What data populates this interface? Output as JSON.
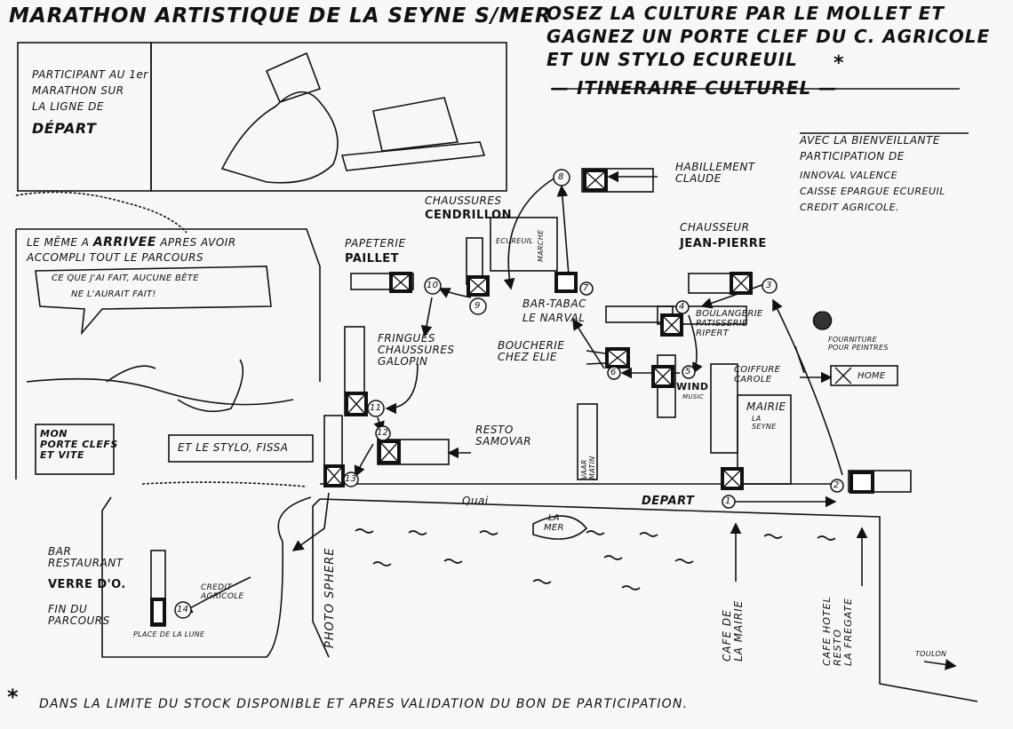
{
  "header": {
    "title_left": "MARATHON ARTISTIQUE DE LA SEYNE S/MER",
    "title_right_l1": "OSEZ LA CULTURE PAR LE MOLLET ET",
    "title_right_l2": "GAGNEZ UN PORTE CLEF DU C. AGRICOLE",
    "title_right_l3": "ET UN STYLO ECUREUIL",
    "asterisk": "*",
    "itinerary": "— ITINERAIRE CULTUREL —"
  },
  "participant": {
    "l1": "PARTICIPANT AU 1er",
    "l2": "MARATHON SUR",
    "l3": "LA LIGNE DE",
    "l4": "DÉPART"
  },
  "sponsors": {
    "l1": "AVEC LA BIENVEILLANTE",
    "l2": "PARTICIPATION DE",
    "l3": "INNOVAL VALENCE",
    "l4": "CAISSE EPARGUE ECUREUIL",
    "l5": "CREDIT AGRICOLE."
  },
  "arrival": {
    "l1_pre": "LE MÊME A",
    "l1_bold": "ARRIVEE",
    "l1_post": "APRES AVOIR",
    "l2": "ACCOMPLI TOUT LE PARCOURS",
    "bubble_l1": "CE QUE J'AI FAIT, AUCUNE BÊTE",
    "bubble_l2": "NE L'AURAIT FAIT!",
    "porte_clefs": "MON\nPORTE CLEFS\nET VITE",
    "stylo": "ET LE STYLO, FISSA"
  },
  "shops": {
    "habillement": "HABILLEMENT\nCLAUDE",
    "chaussures": "CHAUSSURES",
    "cendrillon": "CENDRILLON",
    "ecureuil": "ECUREUIL",
    "marche": "MARCHE",
    "chausseur": "CHAUSSEUR",
    "jean_pierre": "JEAN-PIERRE",
    "papeterie": "PAPETERIE",
    "paillet": "PAILLET",
    "bar_tabac": "BAR-TABAC",
    "le_narval": "LE NARVAL",
    "boulangerie": "BOULANGERIE\nPATISSERIE\nRIPERT",
    "fringues": "FRINGUES\nCHAUSSURES\nGALOPIN",
    "boucherie": "BOUCHERIE\nCHEZ ELIE",
    "fournitures": "FOURNITURE\nPOUR PEINTRES",
    "home": "HOME",
    "coiffure": "COIFFURE\nCAROLE",
    "wind": "WIND",
    "music": "MUSIC",
    "mairie": "MAIRIE",
    "mairie_sub": "LA\nSEYNE",
    "resto": "RESTO\nSAMOVAR",
    "vaar": "VAAR\nMATIN",
    "bar_resto": "BAR\nRESTAURANT",
    "verre": "VERRE D'O.",
    "fin": "FIN DU\nPARCOURS",
    "place": "PLACE DE LA LUNE",
    "credit": "CREDIT\nAGRICOLE",
    "photo": "PHOTO SPHERE",
    "cafe_mairie": "CAFE DE\nLA MAIRIE",
    "cafe_hotel": "CAFE HOTEL\nRESTO\nLA FREGATE"
  },
  "streets": {
    "quai": "Quai",
    "depart": "DEPART",
    "mer": "LA\nMER",
    "toulon": "TOULON"
  },
  "stops": [
    "1",
    "2",
    "3",
    "4",
    "5",
    "6",
    "7",
    "8",
    "9",
    "10",
    "11",
    "12",
    "13",
    "14"
  ],
  "footer": {
    "star": "*",
    "text": "DANS LA LIMITE DU STOCK DISPONIBLE ET APRES VALIDATION DU BON DE PARTICIPATION."
  }
}
